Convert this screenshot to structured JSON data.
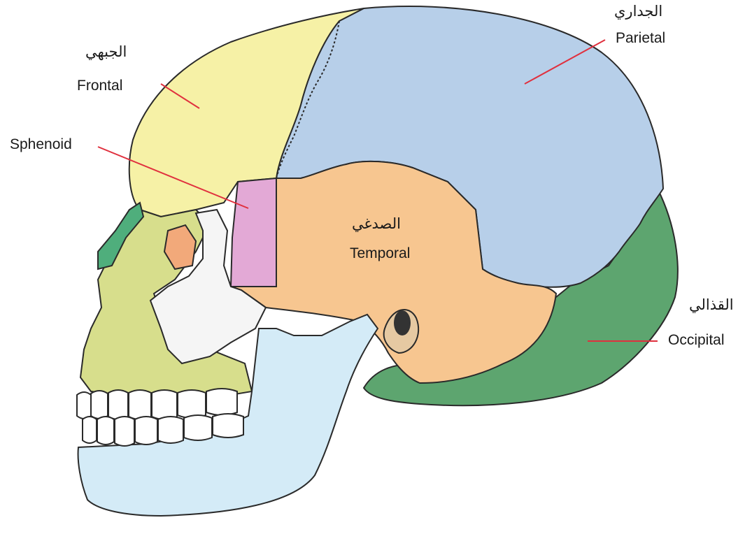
{
  "diagram": {
    "labels": {
      "frontal": {
        "en": "Frontal",
        "ar": "الجبهي"
      },
      "parietal": {
        "en": "Parietal",
        "ar": "الجداري"
      },
      "sphenoid": {
        "en": "Sphenoid"
      },
      "temporal": {
        "en": "Temporal",
        "ar": "الصدغي"
      },
      "occipital": {
        "en": "Occipital",
        "ar": "القذالي"
      }
    },
    "colors": {
      "frontal": "#f6f1a6",
      "parietal": "#b7cfe9",
      "sphenoid": "#e3a9d6",
      "temporal": "#f7c690",
      "occipital": "#5da56f",
      "mandible": "#d4ebf7",
      "maxilla": "#d7de8c",
      "zygomatic": "#f5f5f5",
      "nasal": "#4fae7c",
      "lacrimal": "#f2a97a",
      "teeth": "#ffffff",
      "leader_line": "#e0303e",
      "outline": "#2a2a2a"
    }
  }
}
